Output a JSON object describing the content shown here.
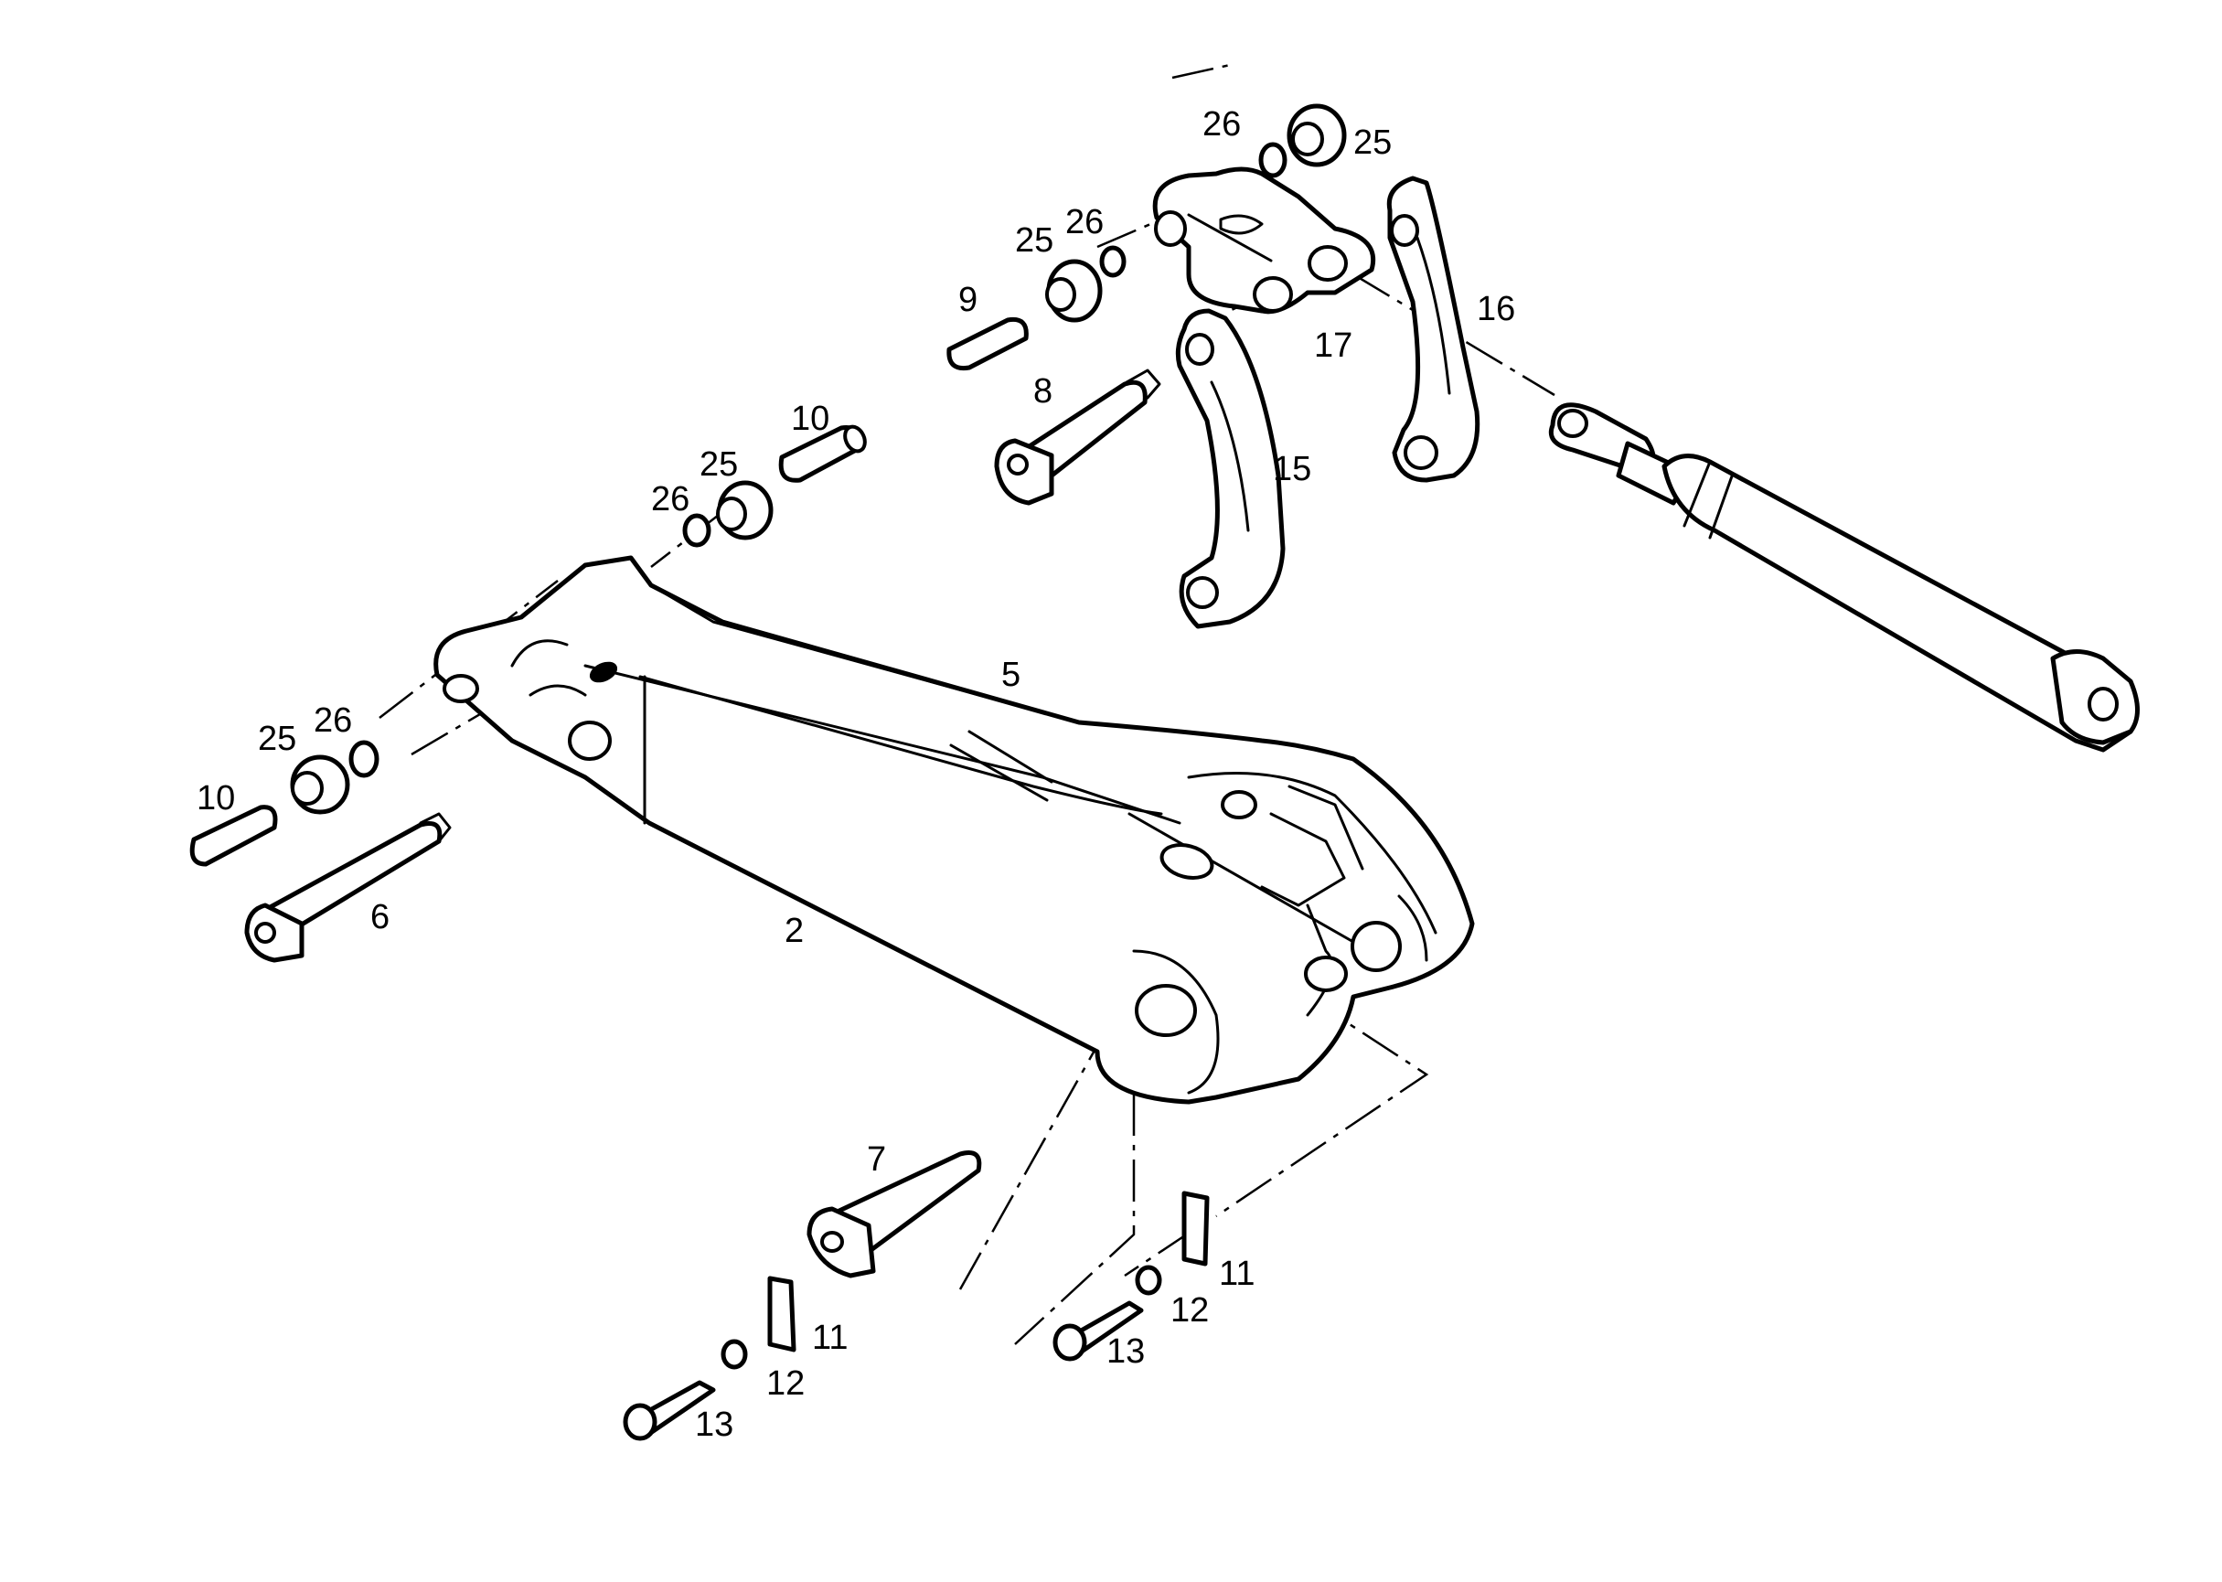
{
  "diagram": {
    "labels": {
      "p2": "2",
      "p5": "5",
      "p6": "6",
      "p7": "7",
      "p8": "8",
      "p9": "9",
      "p10_upper": "10",
      "p10_lower": "10",
      "p11_left": "11",
      "p11_right": "11",
      "p12_left": "12",
      "p12_right": "12",
      "p13_left": "13",
      "p13_right": "13",
      "p15": "15",
      "p16": "16",
      "p17": "17",
      "p25_top": "25",
      "p25_upper_mid": "25",
      "p25_mid": "25",
      "p25_left": "25",
      "p26_top": "26",
      "p26_upper_mid": "26",
      "p26_mid": "26",
      "p26_left": "26"
    }
  }
}
